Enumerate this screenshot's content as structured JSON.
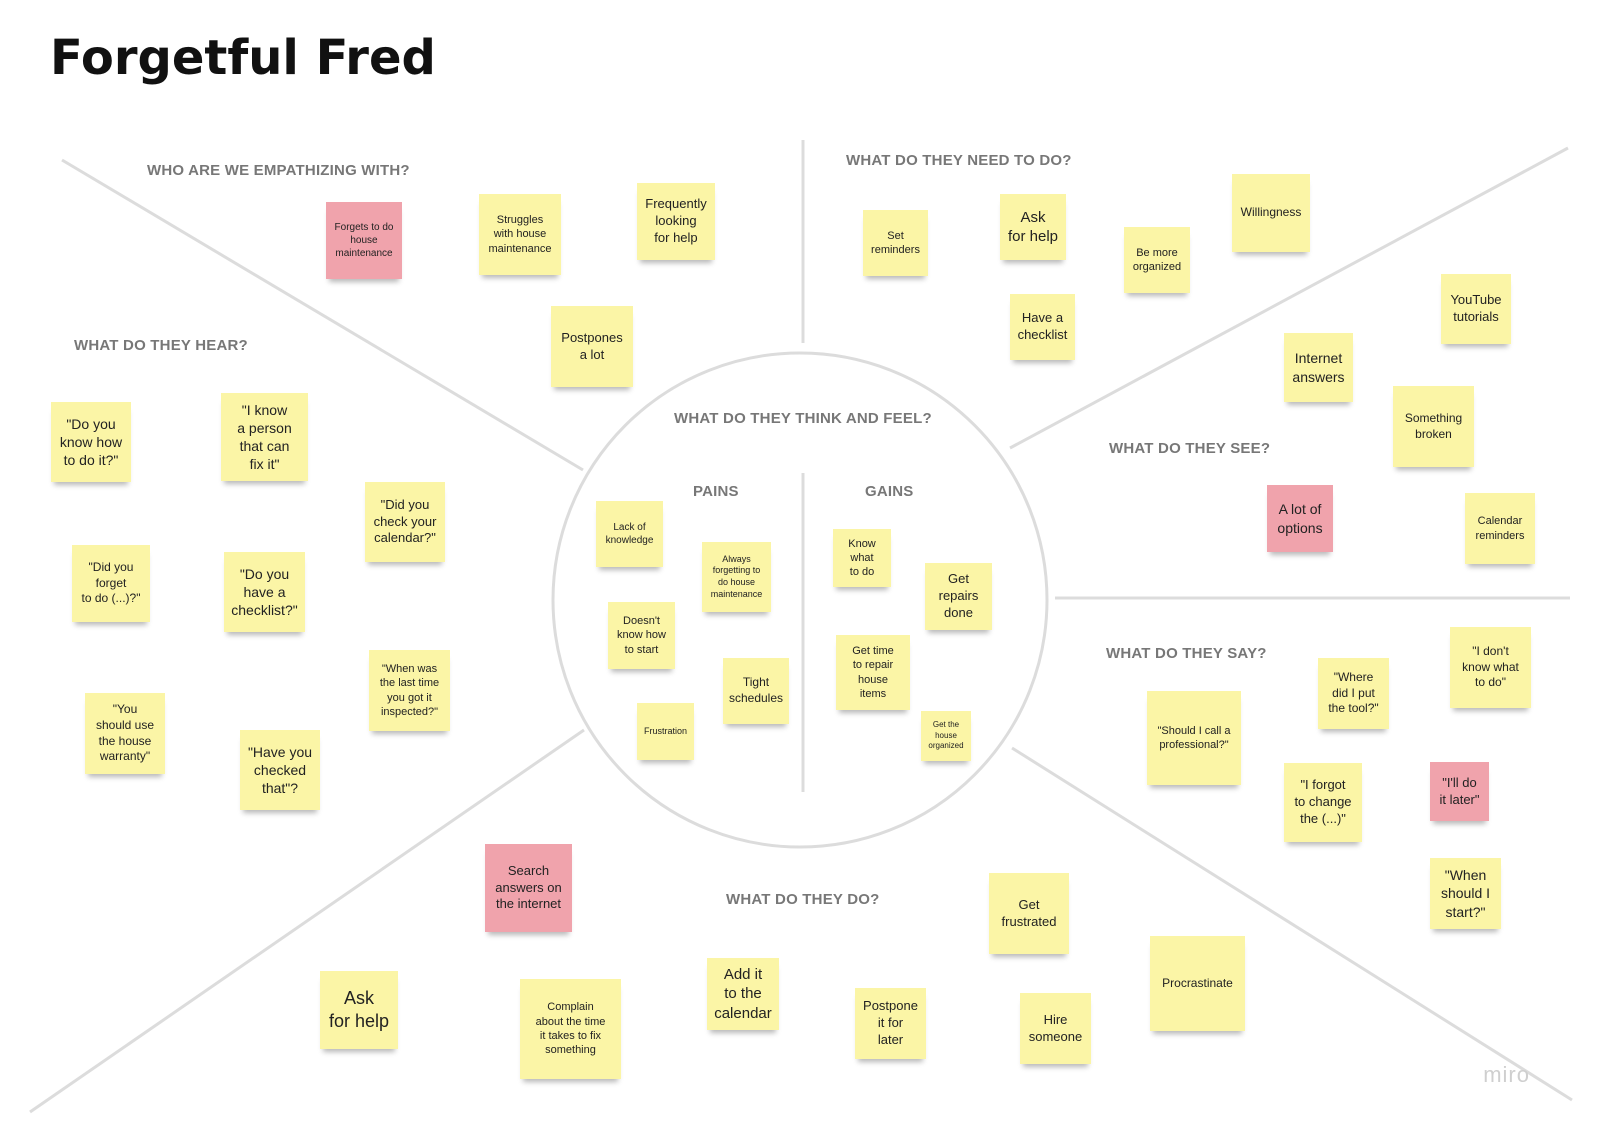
{
  "title": "Forgetful Fred",
  "logo": "miro",
  "sections": {
    "who": {
      "heading": "WHO ARE WE EMPATHIZING WITH?",
      "notes": [
        "Forgets to do\nhouse\nmaintenance",
        "Struggles\nwith house\nmaintenance",
        "Frequently\nlooking\nfor help",
        "Postpones\na lot"
      ]
    },
    "need": {
      "heading": "WHAT DO THEY NEED TO DO?",
      "notes": [
        "Set\nreminders",
        "Ask\nfor help",
        "Be more\norganized",
        "Willingness",
        "Have a\nchecklist"
      ]
    },
    "hear": {
      "heading": "WHAT DO THEY HEAR?",
      "notes": [
        "\"Do you\nknow how\nto do it?\"",
        "\"I know\na person\nthat can\nfix it\"",
        "\"Did you\ncheck your\ncalendar?\"",
        "\"Did you\nforget\nto do (...)?\"",
        "\"Do you\nhave a\nchecklist?\"",
        "\"When was\nthe last time\nyou got it\ninspected?\"",
        "\"You\nshould use\nthe house\nwarranty\"",
        "\"Have you\nchecked\nthat\"?"
      ]
    },
    "think": {
      "heading": "WHAT DO THEY THINK AND FEEL?",
      "pains_heading": "PAINS",
      "gains_heading": "GAINS",
      "pains": [
        "Lack of\nknowledge",
        "Always\nforgetting to\ndo house\nmaintenance",
        "Doesn't\nknow how\nto start",
        "Tight\nschedules",
        "Frustration"
      ],
      "gains": [
        "Know\nwhat\nto do",
        "Get\nrepairs\ndone",
        "Get time\nto repair\nhouse\nitems",
        "Get the\nhouse\norganized"
      ]
    },
    "see": {
      "heading": "WHAT DO THEY SEE?",
      "notes": [
        "YouTube\ntutorials",
        "Internet\nanswers",
        "Something\nbroken",
        "A lot of\noptions",
        "Calendar\nreminders"
      ]
    },
    "say": {
      "heading": "WHAT DO THEY SAY?",
      "notes": [
        "\"Where\ndid I put\nthe tool?\"",
        "\"I don't\nknow what\nto do\"",
        "\"Should I call a\nprofessional?\"",
        "\"I forgot\nto change\nthe (...)\"",
        "\"I'll do\nit later\"",
        "\"When\nshould I\nstart?\""
      ]
    },
    "do": {
      "heading": "WHAT DO THEY DO?",
      "notes": [
        "Search\nanswers on\nthe internet",
        "Get\nfrustrated",
        "Ask\nfor help",
        "Complain\nabout the time\nit takes to fix\nsomething",
        "Add it\nto the\ncalendar",
        "Postpone\nit for\nlater",
        "Hire\nsomeone",
        "Procrastinate"
      ]
    }
  }
}
